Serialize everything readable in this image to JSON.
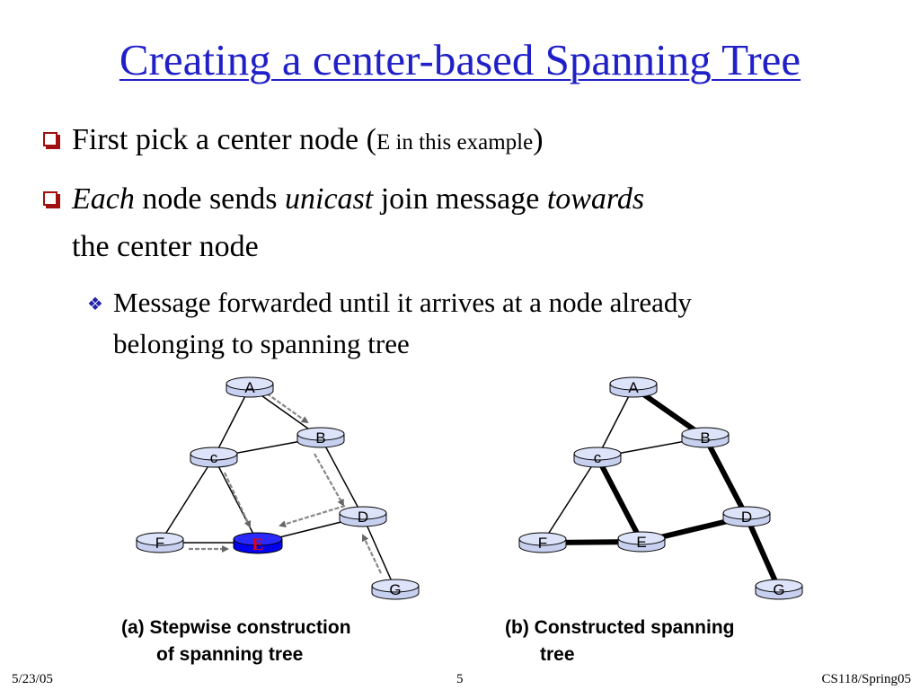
{
  "slide": {
    "title": "Creating a center-based Spanning Tree",
    "bullet1": {
      "main": "First pick a center node (",
      "small": "E in this example",
      "end": ")"
    },
    "bullet2": {
      "w1": "Each",
      "w2": " node sends ",
      "w3": "unicast",
      "w4": " join message ",
      "w5": "towards",
      "line2": "the center node"
    },
    "subbullet": {
      "line1": "Message forwarded until it arrives at a node already",
      "line2": "belonging to spanning tree"
    }
  },
  "diagram_a": {
    "nodes": {
      "A": "A",
      "B": "B",
      "c": "c",
      "D": "D",
      "E": "E",
      "F": "F",
      "G": "G"
    },
    "caption_line1": "(a) Stepwise construction",
    "caption_line2": "of spanning tree",
    "center_color": "#0000ee",
    "center_label_color": "#ee0000"
  },
  "diagram_b": {
    "nodes": {
      "A": "A",
      "B": "B",
      "c": "c",
      "D": "D",
      "E": "E",
      "F": "F",
      "G": "G"
    },
    "caption_line1": "(b) Constructed spanning",
    "caption_line2": "tree"
  },
  "footer": {
    "date": "5/23/05",
    "page": "5",
    "course": "CS118/Spring05"
  },
  "colors": {
    "title": "#2020c8",
    "bullet": "#a01010",
    "router": "#c8d0f0"
  }
}
